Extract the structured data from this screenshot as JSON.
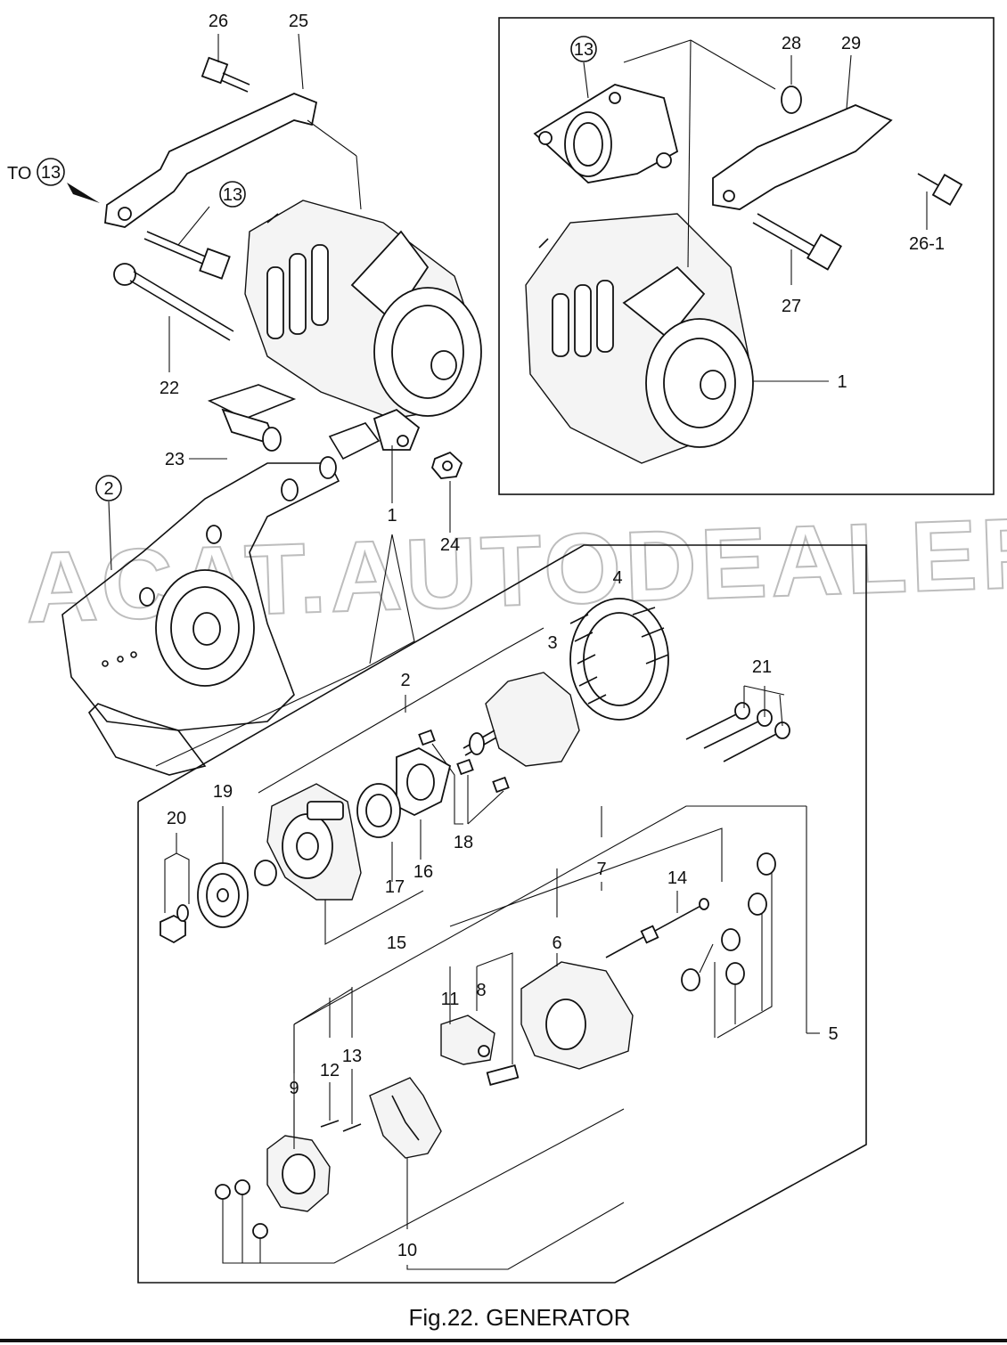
{
  "figure": {
    "caption": "Fig.22.  GENERATOR",
    "watermark": "ACAT.AUTODEALER.RU"
  },
  "reference": {
    "prefix": "TO",
    "target": "13"
  },
  "labels": {
    "l1": "1",
    "l1b": "1",
    "l2": "2",
    "l2b": "2",
    "l3": "3",
    "l4": "4",
    "l5": "5",
    "l6": "6",
    "l7": "7",
    "l8": "8",
    "l9": "9",
    "l10": "10",
    "l11": "11",
    "l12": "12",
    "l13": "13",
    "l13a": "13",
    "l13b": "13",
    "l14": "14",
    "l15": "15",
    "l16": "16",
    "l17": "17",
    "l18": "18",
    "l19": "19",
    "l20": "20",
    "l21": "21",
    "l22": "22",
    "l23": "23",
    "l24": "24",
    "l25": "25",
    "l26": "26",
    "l26_1": "26-1",
    "l27": "27",
    "l28": "28",
    "l29": "29"
  }
}
